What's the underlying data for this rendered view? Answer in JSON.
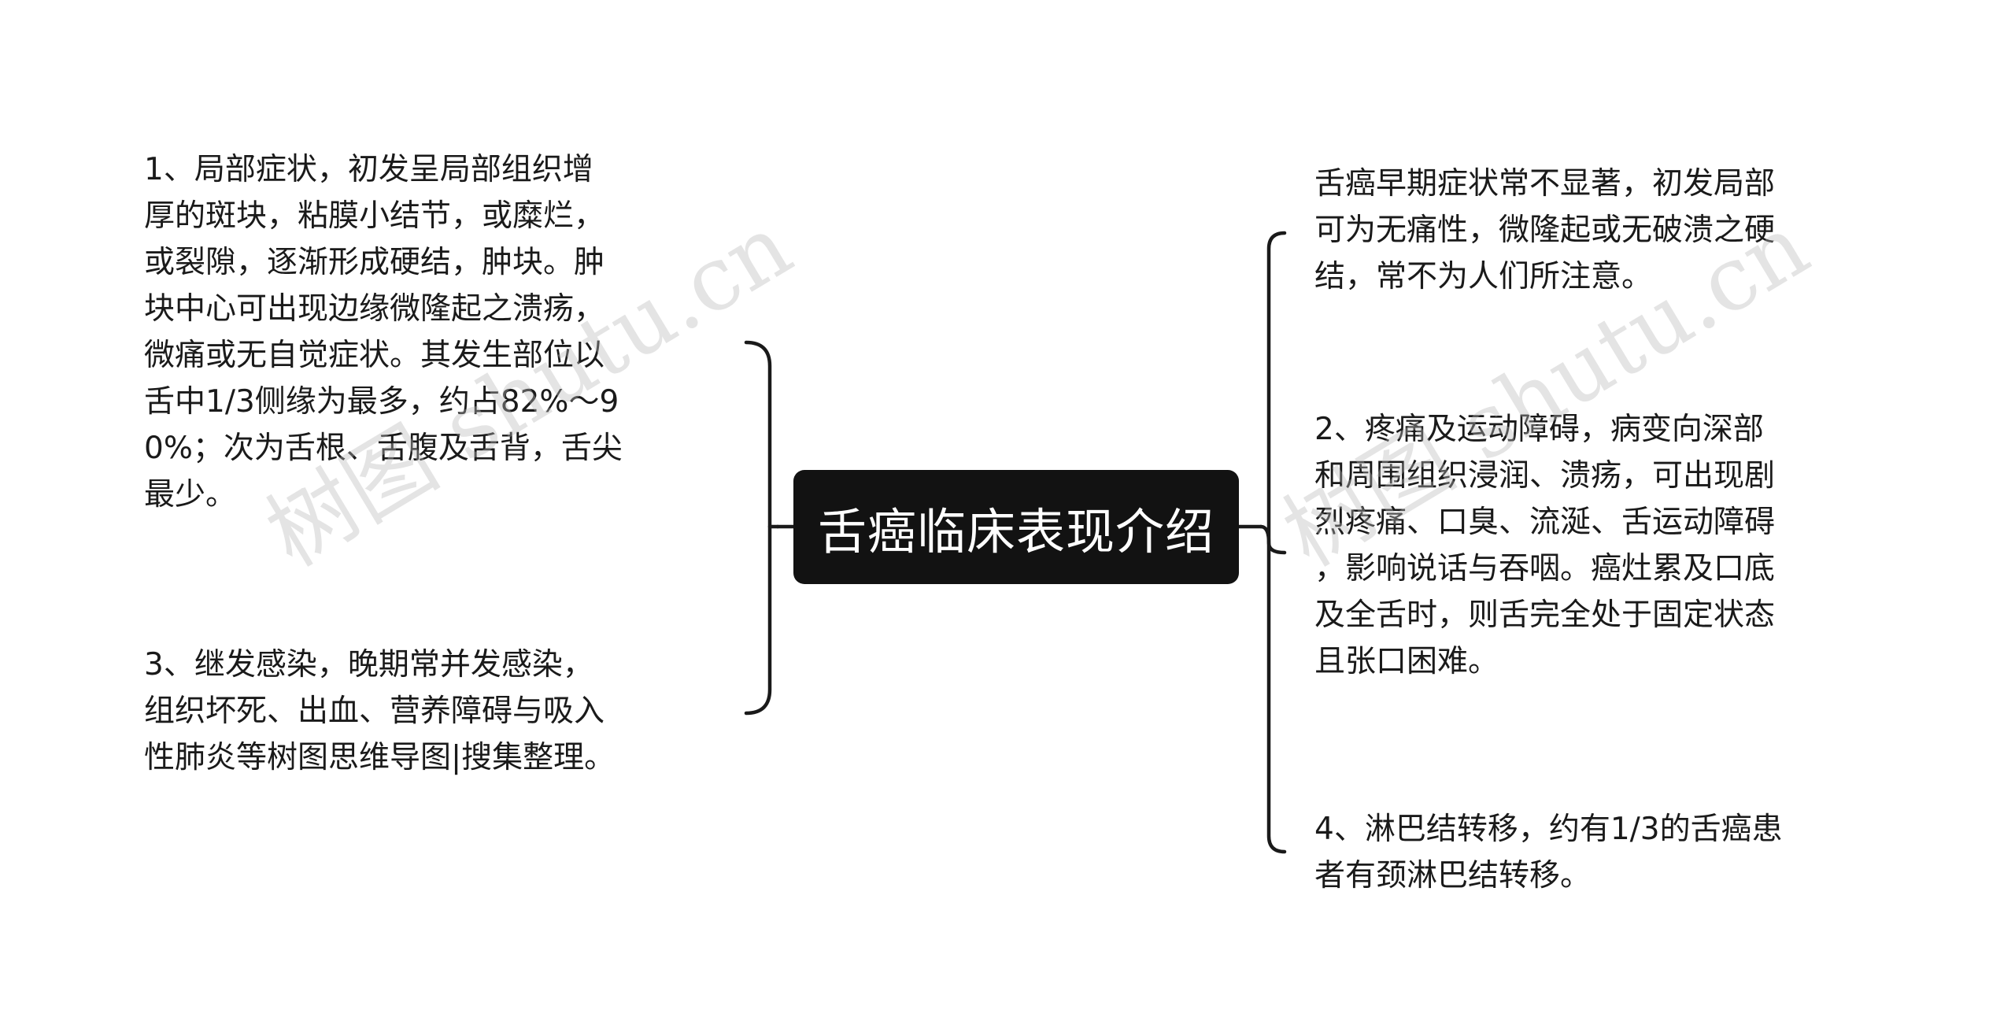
{
  "root": {
    "title": "舌癌临床表现介绍"
  },
  "left_branches": [
    {
      "text": "1、局部症状，初发呈局部组织增\n厚的斑块，粘膜小结节，或糜烂，\n或裂隙，逐渐形成硬结，肿块。肿\n块中心可出现边缘微隆起之溃疡，\n微痛或无自觉症状。其发生部位以\n舌中1/3侧缘为最多，约占82%～9\n0%；次为舌根、舌腹及舌背，舌尖\n最少。"
    },
    {
      "text": "3、继发感染，晚期常并发感染，\n组织坏死、出血、营养障碍与吸入\n性肺炎等树图思维导图|搜集整理。"
    }
  ],
  "right_branches": [
    {
      "text": "舌癌早期症状常不显著，初发局部\n可为无痛性，微隆起或无破溃之硬\n结，常不为人们所注意。"
    },
    {
      "text": "2、疼痛及运动障碍，病变向深部\n和周围组织浸润、溃疡，可出现剧\n烈疼痛、口臭、流涎、舌运动障碍\n，影响说话与吞咽。癌灶累及口底\n及全舌时，则舌完全处于固定状态\n且张口困难。"
    },
    {
      "text": "4、淋巴结转移，约有1/3的舌癌患\n者有颈淋巴结转移。"
    }
  ],
  "watermarks": [
    "树图 shutu.cn",
    "树图 shutu.cn"
  ]
}
